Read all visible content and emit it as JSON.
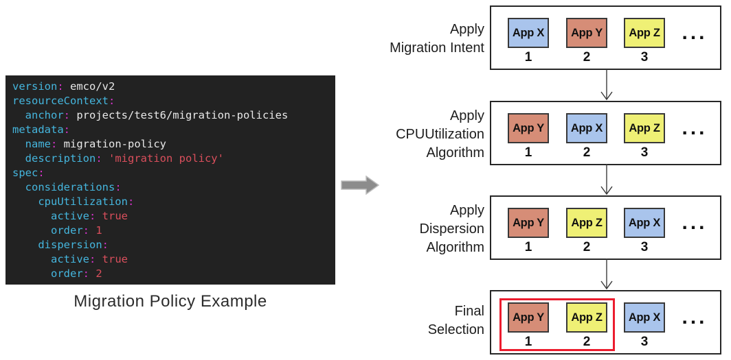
{
  "caption": "Migration Policy Example",
  "colors": {
    "code_bg": "#222222",
    "code_key": "#45b6de",
    "code_colon": "#d934cd",
    "code_plain": "#e9e9e9",
    "code_value": "#da4f5c",
    "app_blue": "#a9c4ec",
    "app_salmon": "#d68d77",
    "app_yellow": "#eff075",
    "app_border": "#383838",
    "box_border": "#262626",
    "highlight_red": "#ec1c2e",
    "arrow_gray": "#8c8c8c",
    "arrow_gray_edge": "#bdbdbd",
    "label_text": "#1d1d1d"
  },
  "code_block": {
    "lines": [
      {
        "tokens": [
          [
            "k",
            "version"
          ],
          [
            "c",
            ":"
          ],
          [
            "w",
            " emco/v2"
          ]
        ]
      },
      {
        "tokens": [
          [
            "k",
            "resourceContext"
          ],
          [
            "c",
            ":"
          ]
        ]
      },
      {
        "tokens": [
          [
            "k",
            "  anchor"
          ],
          [
            "c",
            ":"
          ],
          [
            "w",
            " projects/test6/migration-policies"
          ]
        ]
      },
      {
        "tokens": [
          [
            "k",
            "metadata"
          ],
          [
            "c",
            ":"
          ]
        ]
      },
      {
        "tokens": [
          [
            "k",
            "  name"
          ],
          [
            "c",
            ":"
          ],
          [
            "w",
            " migration-policy"
          ]
        ]
      },
      {
        "tokens": [
          [
            "k",
            "  description"
          ],
          [
            "c",
            ":"
          ],
          [
            "v",
            " 'migration policy'"
          ]
        ]
      },
      {
        "tokens": [
          [
            "k",
            "spec"
          ],
          [
            "c",
            ":"
          ]
        ]
      },
      {
        "tokens": [
          [
            "k",
            "  considerations"
          ],
          [
            "c",
            ":"
          ]
        ]
      },
      {
        "tokens": [
          [
            "k",
            "    cpuUtilization"
          ],
          [
            "c",
            ":"
          ]
        ]
      },
      {
        "tokens": [
          [
            "k",
            "      active"
          ],
          [
            "c",
            ":"
          ],
          [
            "v",
            " true"
          ]
        ]
      },
      {
        "tokens": [
          [
            "k",
            "      order"
          ],
          [
            "c",
            ":"
          ],
          [
            "v",
            " 1"
          ]
        ]
      },
      {
        "tokens": [
          [
            "k",
            "    dispersion"
          ],
          [
            "c",
            ":"
          ]
        ]
      },
      {
        "tokens": [
          [
            "k",
            "      active"
          ],
          [
            "c",
            ":"
          ],
          [
            "v",
            " true"
          ]
        ]
      },
      {
        "tokens": [
          [
            "k",
            "      order"
          ],
          [
            "c",
            ":"
          ],
          [
            "v",
            " 2"
          ]
        ]
      }
    ]
  },
  "flow": {
    "stages": [
      {
        "label_lines": [
          "Apply",
          "Migration Intent"
        ],
        "slots": [
          {
            "app": "App X",
            "color": "blue",
            "num": "1"
          },
          {
            "app": "App Y",
            "color": "salmon",
            "num": "2"
          },
          {
            "app": "App Z",
            "color": "yellow",
            "num": "3"
          }
        ],
        "ellipsis": "...",
        "highlight": false
      },
      {
        "label_lines": [
          "Apply",
          "CPUUtilization",
          "Algorithm"
        ],
        "slots": [
          {
            "app": "App Y",
            "color": "salmon",
            "num": "1"
          },
          {
            "app": "App X",
            "color": "blue",
            "num": "2"
          },
          {
            "app": "App Z",
            "color": "yellow",
            "num": "3"
          }
        ],
        "ellipsis": "...",
        "highlight": false
      },
      {
        "label_lines": [
          "Apply",
          "Dispersion",
          "Algorithm"
        ],
        "slots": [
          {
            "app": "App Y",
            "color": "salmon",
            "num": "1"
          },
          {
            "app": "App Z",
            "color": "yellow",
            "num": "2"
          },
          {
            "app": "App X",
            "color": "blue",
            "num": "3"
          }
        ],
        "ellipsis": "...",
        "highlight": false
      },
      {
        "label_lines": [
          "Final",
          "Selection"
        ],
        "slots": [
          {
            "app": "App Y",
            "color": "salmon",
            "num": "1"
          },
          {
            "app": "App Z",
            "color": "yellow",
            "num": "2"
          },
          {
            "app": "App X",
            "color": "blue",
            "num": "3"
          }
        ],
        "ellipsis": "...",
        "highlight": true
      }
    ]
  }
}
